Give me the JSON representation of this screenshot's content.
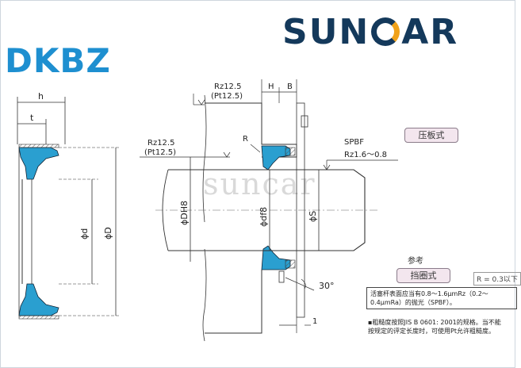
{
  "brand": {
    "logo_text": "SUNCAR",
    "watermark": "suncar"
  },
  "model": "DKBZ",
  "colors": {
    "seal": "#2a9fd0",
    "brand_navy": "#14395b",
    "brand_orange": "#f0a21a",
    "model_blue": "#1e8fd0",
    "tag_bg": "#f3e6ee"
  },
  "left_section": {
    "dims": {
      "h": "h",
      "t": "t",
      "d": "ϕd",
      "D": "ϕD"
    }
  },
  "right_section": {
    "rz1": "Rz12.5",
    "pt1": "(Pt12.5)",
    "rz2": "Rz12.5",
    "pt2": "(Pt12.5)",
    "H": "H",
    "B": "B",
    "R": "R",
    "spbf": "SPBF",
    "rz3": "Rz1.6～0.8",
    "dh8": "ϕDH8",
    "df8": "ϕdf8",
    "S": "ϕS",
    "angle": "30°",
    "one": "1"
  },
  "tags": {
    "press": "压板式",
    "ref": "参考",
    "ring": "挡圈式",
    "r_note": "R = 0.3以下"
  },
  "notes": {
    "line1": "活塞杆表面应当有0.8～1.6μmRz（0.2～",
    "line2": "0.4μmRa）的抛光（SPBF）。",
    "line3": "▪粗糙度按照JIS B 0601: 2001的规格。当不能",
    "line4": "按规定的评定长度时，可使用Pt允许粗糙度。"
  }
}
